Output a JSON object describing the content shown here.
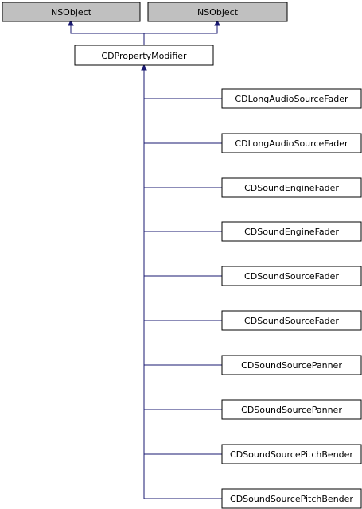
{
  "diagram": {
    "colors": {
      "base_fill": "#c0c0c0",
      "node_fill": "#ffffff",
      "border": "#000000",
      "edge": "#191970",
      "background": "#ffffff"
    },
    "base_classes": [
      {
        "label": "NSObject"
      },
      {
        "label": "NSObject"
      }
    ],
    "center_class": {
      "label": "CDPropertyModifier"
    },
    "subclasses": [
      {
        "label": "CDLongAudioSourceFader"
      },
      {
        "label": "CDLongAudioSourceFader"
      },
      {
        "label": "CDSoundEngineFader"
      },
      {
        "label": "CDSoundEngineFader"
      },
      {
        "label": "CDSoundSourceFader"
      },
      {
        "label": "CDSoundSourceFader"
      },
      {
        "label": "CDSoundSourcePanner"
      },
      {
        "label": "CDSoundSourcePanner"
      },
      {
        "label": "CDSoundSourcePitchBender"
      },
      {
        "label": "CDSoundSourcePitchBender"
      }
    ]
  }
}
